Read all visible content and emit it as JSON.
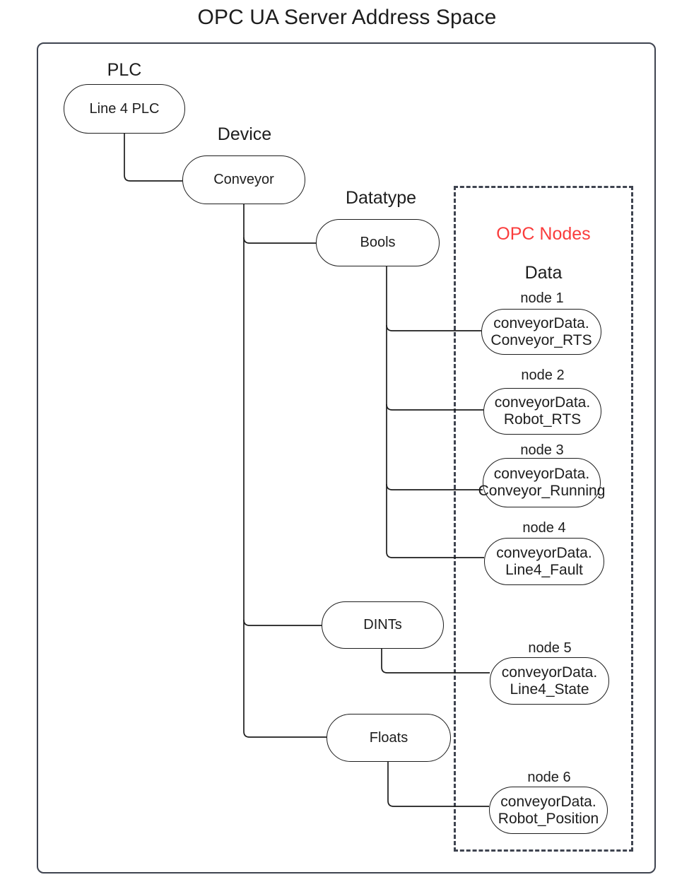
{
  "title": "OPC UA Server Address Space",
  "frames": {
    "outer_label": "address-space-frame",
    "dashed_label": "opc-nodes-frame"
  },
  "opc_panel": {
    "heading": "OPC Nodes",
    "heading_color": "#fa3c3c",
    "subheading": "Data"
  },
  "tree": {
    "plc": {
      "group_label": "PLC",
      "name": "Line 4 PLC"
    },
    "device": {
      "group_label": "Device",
      "name": "Conveyor"
    },
    "datatype_label": "Datatype",
    "datatypes": [
      {
        "name": "Bools"
      },
      {
        "name": "DINTs"
      },
      {
        "name": "Floats"
      }
    ]
  },
  "nodes": [
    {
      "caption": "node 1",
      "line1": "conveyorData.",
      "line2": "Conveyor_RTS"
    },
    {
      "caption": "node 2",
      "line1": "conveyorData.",
      "line2": "Robot_RTS"
    },
    {
      "caption": "node 3",
      "line1": "conveyorData.",
      "line2": "Conveyor_Running"
    },
    {
      "caption": "node 4",
      "line1": "conveyorData.",
      "line2": "Line4_Fault"
    },
    {
      "caption": "node 5",
      "line1": "conveyorData.",
      "line2": "Line4_State"
    },
    {
      "caption": "node 6",
      "line1": "conveyorData.",
      "line2": "Robot_Position"
    }
  ],
  "colors": {
    "stroke": "#1d1d1d",
    "frame": "#3f4450",
    "text": "#1d1d1d",
    "accent": "#fa3c3c",
    "background": "#ffffff"
  }
}
